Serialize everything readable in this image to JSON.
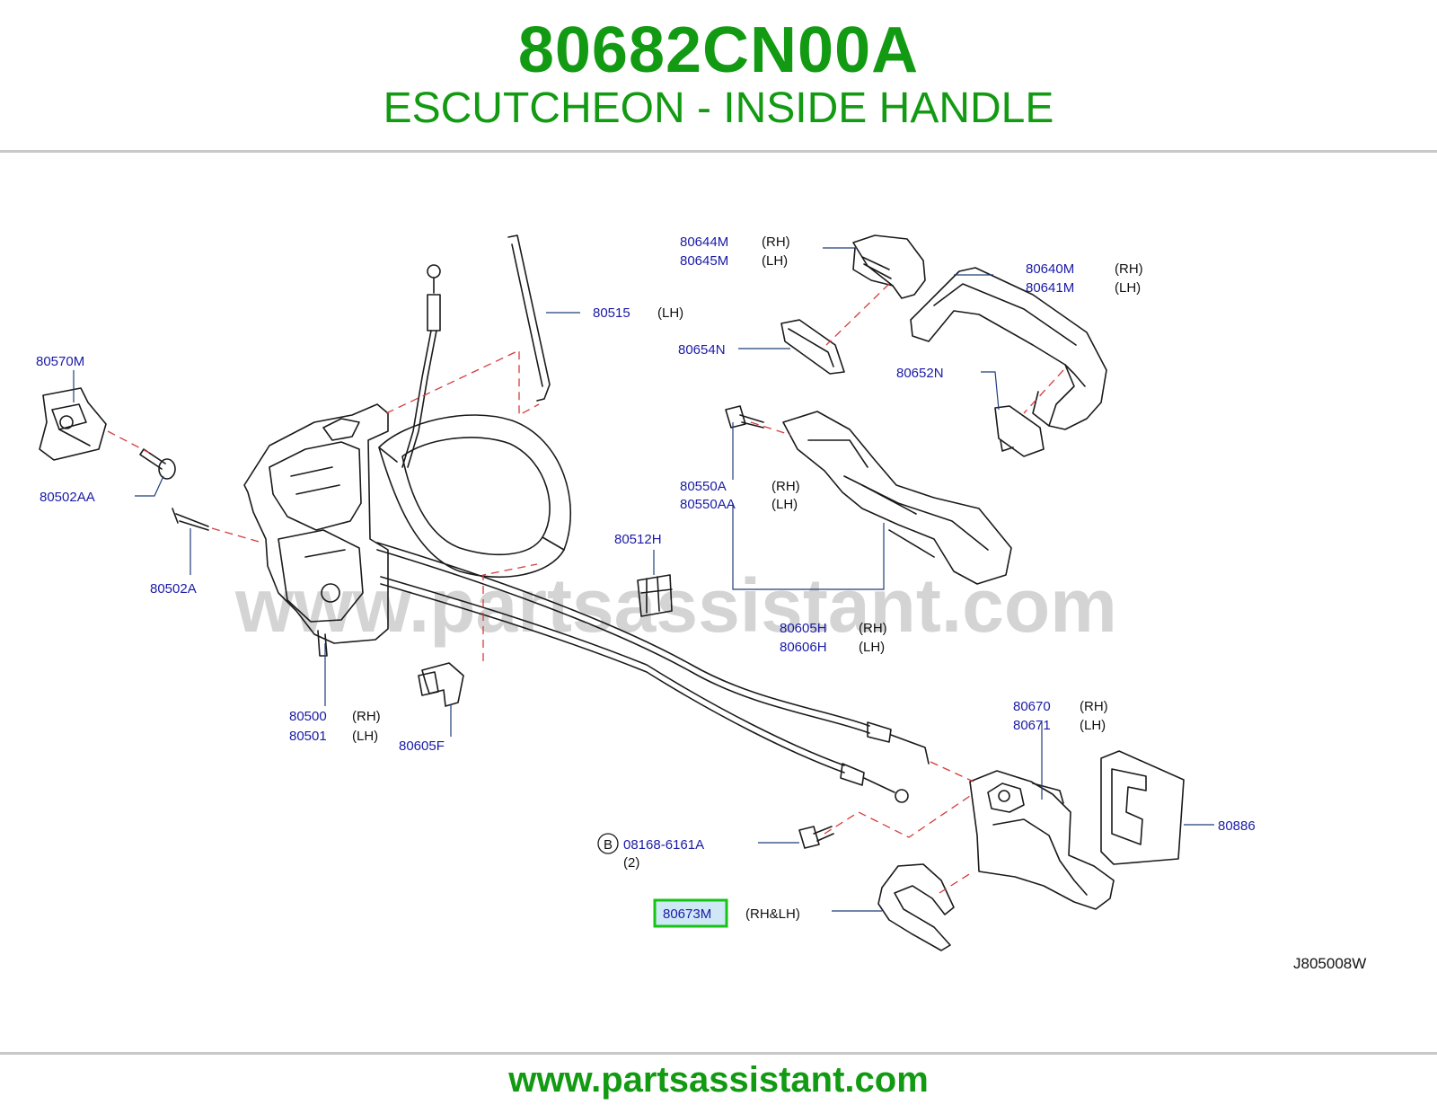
{
  "header": {
    "part_number": "80682CN00A",
    "part_name": "ESCUTCHEON - INSIDE HANDLE"
  },
  "watermark": "www.partsassistant.com",
  "footer": {
    "url": "www.partsassistant.com"
  },
  "diagram_code": "J805008W",
  "highlighted_part": "80673M",
  "callouts": [
    {
      "id": "c80644M",
      "lines": [
        "80644M",
        "80645M"
      ],
      "sides": [
        "(RH)",
        "(LH)"
      ]
    },
    {
      "id": "c80640M",
      "lines": [
        "80640M",
        "80641M"
      ],
      "sides": [
        "(RH)",
        "(LH)"
      ]
    },
    {
      "id": "c80515",
      "lines": [
        "80515"
      ],
      "sides": [
        "(LH)"
      ]
    },
    {
      "id": "c80654N",
      "lines": [
        "80654N"
      ],
      "sides": []
    },
    {
      "id": "c80652N",
      "lines": [
        "80652N"
      ],
      "sides": []
    },
    {
      "id": "c80570M",
      "lines": [
        "80570M"
      ],
      "sides": []
    },
    {
      "id": "c80502AA",
      "lines": [
        "80502AA"
      ],
      "sides": []
    },
    {
      "id": "c80502A",
      "lines": [
        "80502A"
      ],
      "sides": []
    },
    {
      "id": "c80550A",
      "lines": [
        "80550A",
        "80550AA"
      ],
      "sides": [
        "(RH)",
        "(LH)"
      ]
    },
    {
      "id": "c80512H",
      "lines": [
        "80512H"
      ],
      "sides": []
    },
    {
      "id": "c80605H",
      "lines": [
        "80605H",
        "80606H"
      ],
      "sides": [
        "(RH)",
        "(LH)"
      ]
    },
    {
      "id": "c80500",
      "lines": [
        "80500",
        "80501"
      ],
      "sides": [
        "(RH)",
        "(LH)"
      ]
    },
    {
      "id": "c80605F",
      "lines": [
        "80605F"
      ],
      "sides": []
    },
    {
      "id": "c80670",
      "lines": [
        "80670",
        "80671"
      ],
      "sides": [
        "(RH)",
        "(LH)"
      ]
    },
    {
      "id": "c80886",
      "lines": [
        "80886"
      ],
      "sides": []
    },
    {
      "id": "c08168",
      "lines": [
        "08168-6161A",
        "(2)"
      ],
      "sides": [],
      "badge": "B"
    },
    {
      "id": "c80673M",
      "lines": [
        "80673M"
      ],
      "sides": [
        "(RH&LH)"
      ]
    }
  ]
}
